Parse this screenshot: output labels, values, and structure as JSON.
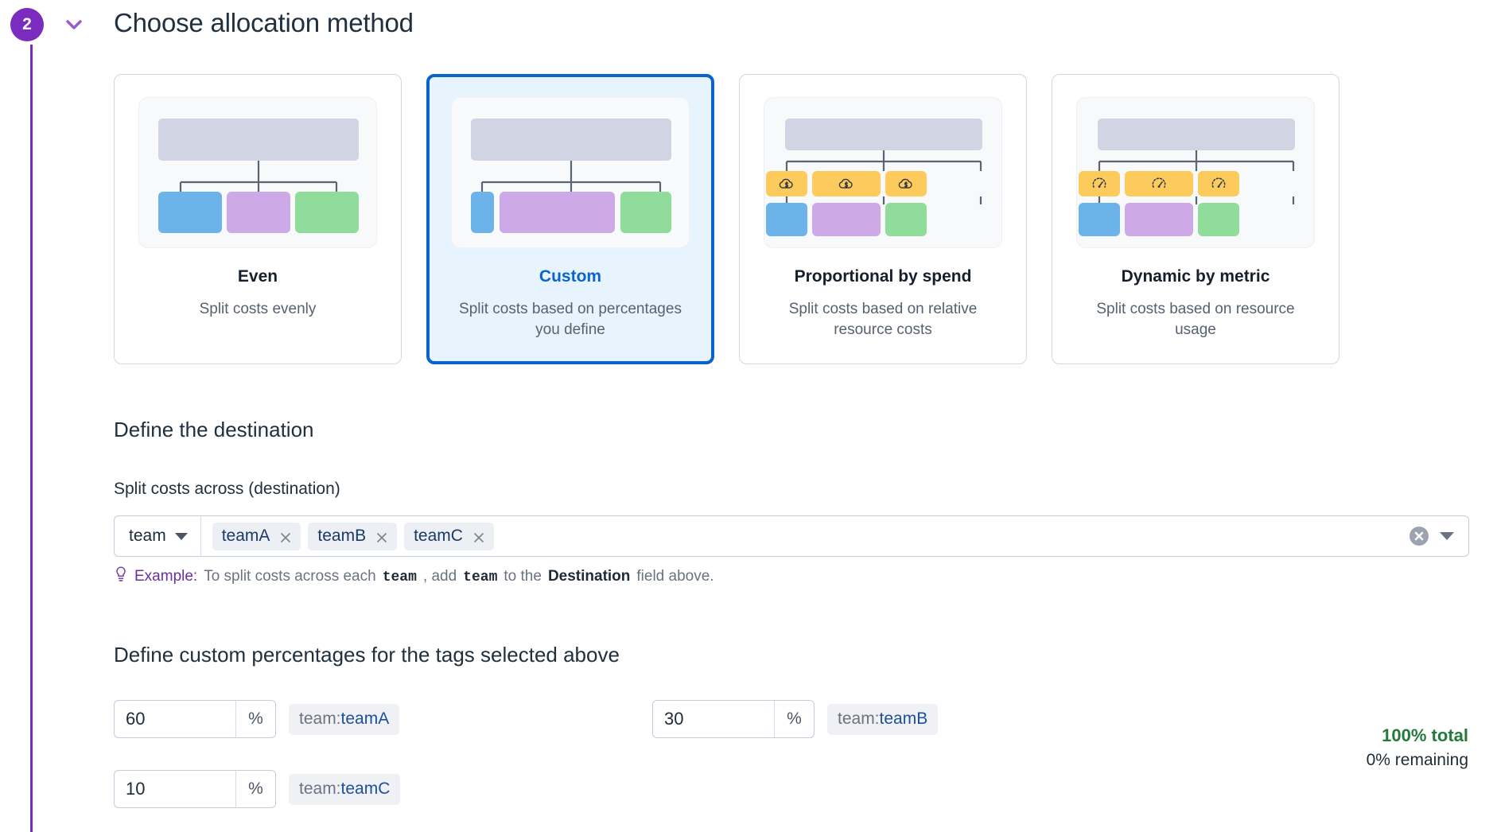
{
  "step": {
    "number": "2",
    "title": "Choose allocation method",
    "accent": "#7B2CBF"
  },
  "methods": [
    {
      "id": "even",
      "title": "Even",
      "description": "Split costs evenly",
      "selected": false,
      "icon": "none"
    },
    {
      "id": "custom",
      "title": "Custom",
      "description": "Split costs based on percentages you define",
      "selected": true,
      "icon": "none"
    },
    {
      "id": "proportional-by-spend",
      "title": "Proportional by spend",
      "description": "Split costs based on relative resource costs",
      "selected": false,
      "icon": "cloud-dollar-icon"
    },
    {
      "id": "dynamic-by-metric",
      "title": "Dynamic by metric",
      "description": "Split costs based on resource usage",
      "selected": false,
      "icon": "gauge-icon"
    }
  ],
  "destination": {
    "heading": "Define the destination",
    "field_label": "Split costs across (destination)",
    "key": "team",
    "tags": [
      "teamA",
      "teamB",
      "teamC"
    ],
    "clear_icon": "clear-circle-icon",
    "dropdown_icon": "chevron-down-icon"
  },
  "hint": {
    "icon": "lightbulb-icon",
    "lead": "Example:",
    "part1": "To split costs across each",
    "code1": "team",
    "part2": ", add",
    "code2": "team",
    "part3": "to the",
    "bold": "Destination",
    "part4": "field above."
  },
  "percentages": {
    "heading": "Define custom percentages for the tags selected above",
    "suffix": "%",
    "rows": [
      {
        "value": "60",
        "tag_key": "team:",
        "tag_value": "teamA"
      },
      {
        "value": "30",
        "tag_key": "team:",
        "tag_value": "teamB"
      },
      {
        "value": "10",
        "tag_key": "team:",
        "tag_value": "teamC"
      }
    ],
    "total": "100% total",
    "remaining": "0% remaining",
    "total_color": "#237a3a"
  },
  "colors": {
    "selected_border": "#0B63CE",
    "selected_bg": "#E7F4FD",
    "leaf_blue": "#6BB3E8",
    "leaf_purple": "#CDA9E8",
    "leaf_green": "#90DC9A",
    "head_gray": "#D1D5E3",
    "icon_yellow": "#FCCB5B"
  }
}
